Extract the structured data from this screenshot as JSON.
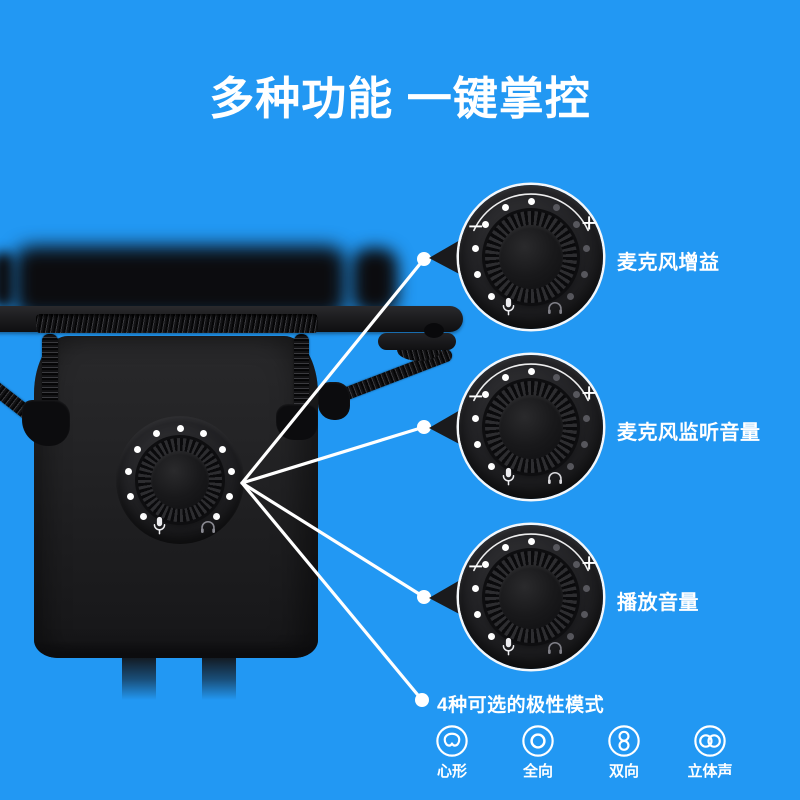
{
  "title": "多种功能 一键掌控",
  "callouts": [
    {
      "label": "麦克风增益"
    },
    {
      "label": "麦克风监听音量"
    },
    {
      "label": "播放音量"
    }
  ],
  "knob": {
    "minus": "−",
    "plus": "+",
    "mic_icon": "mic-icon",
    "headphone_icon": "headphone-icon"
  },
  "polar_modes": {
    "heading": "4种可选的极性模式",
    "items": [
      {
        "name": "心形",
        "icon": "cardioid-icon"
      },
      {
        "name": "全向",
        "icon": "omnidirectional-icon"
      },
      {
        "name": "双向",
        "icon": "bidirectional-icon"
      },
      {
        "name": "立体声",
        "icon": "stereo-icon"
      }
    ]
  },
  "colors": {
    "background": "#2298F3",
    "text": "#FFFFFF",
    "callout_line": "#FFFFFF",
    "knob_black": "#1A1A1C"
  }
}
